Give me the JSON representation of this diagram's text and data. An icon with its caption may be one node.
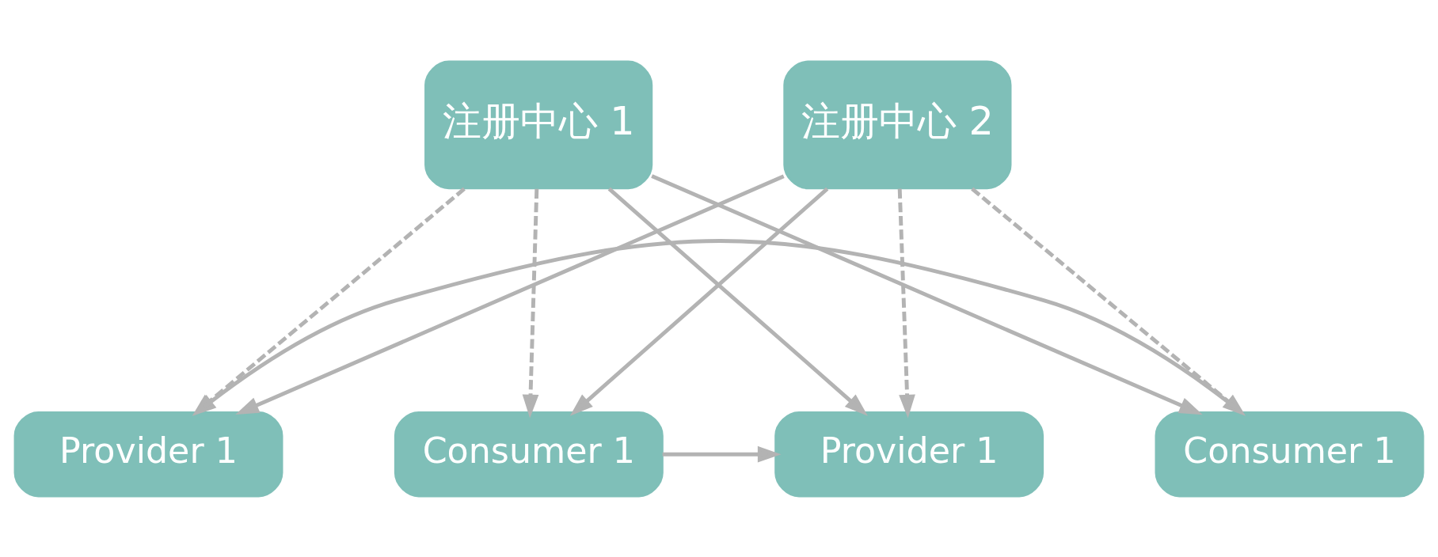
{
  "diagram": {
    "nodes": [
      {
        "text": [
          "注册中心 1"
        ]
      },
      {
        "text": [
          "注册中心 2"
        ]
      },
      {
        "text": [
          "Provider 1"
        ]
      },
      {
        "text": [
          "Consumer 1"
        ]
      },
      {
        "text": [
          "Provider 1"
        ]
      },
      {
        "text": [
          "Consumer 1"
        ]
      }
    ],
    "edges": [
      {
        "from": 0,
        "to": 2,
        "arrow": "to"
      },
      {
        "from": 0,
        "to": 3,
        "arrow": "to"
      },
      {
        "from": 1,
        "to": 4,
        "arrow": "to"
      },
      {
        "from": 1,
        "to": 5,
        "arrow": "to"
      },
      {
        "from": 0,
        "to": 4,
        "arrow": "to",
        "style": "dashed"
      },
      {
        "from": 0,
        "to": 5,
        "arrow": "to",
        "style": "dashed"
      },
      {
        "from": 1,
        "to": 2,
        "arrow": "to",
        "style": "dashed"
      },
      {
        "from": 1,
        "to": 3,
        "arrow": "to",
        "style": "dashed"
      },
      {
        "from": 3,
        "to": 4,
        "arrow": "to"
      },
      {
        "from": 5,
        "to": 2,
        "arrow": "to"
      }
    ]
  }
}
